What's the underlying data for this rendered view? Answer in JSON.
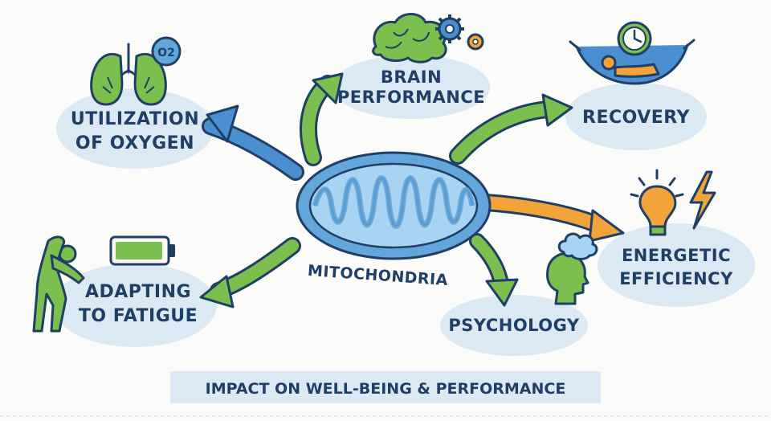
{
  "center": {
    "label": "MITOCHONDRIA"
  },
  "nodes": {
    "oxygen": {
      "line1": "UTILIZATION",
      "line2": "OF OXYGEN",
      "badge": "O2"
    },
    "brain": {
      "line1": "BRAIN",
      "line2": "PERFORMANCE"
    },
    "recovery": {
      "line1": "RECOVERY"
    },
    "energy": {
      "line1": "ENERGETIC",
      "line2": "EFFICIENCY"
    },
    "psychology": {
      "line1": "PSYCHOLOGY"
    },
    "fatigue": {
      "line1": "ADAPTING",
      "line2": "TO FATIGUE"
    }
  },
  "footer": {
    "title": "IMPACT ON WELL-BEING & PERFORMANCE"
  },
  "colors": {
    "navy": "#1f3f66",
    "bubble": "#dbe9f5",
    "mito_fill": "#63a6dc",
    "mito_inner": "#a9d3f2",
    "green": "#7cbf4e",
    "blue_arrow": "#4a8fd0",
    "orange": "#f2a33a",
    "footer_bg": "#dbe9f5"
  }
}
